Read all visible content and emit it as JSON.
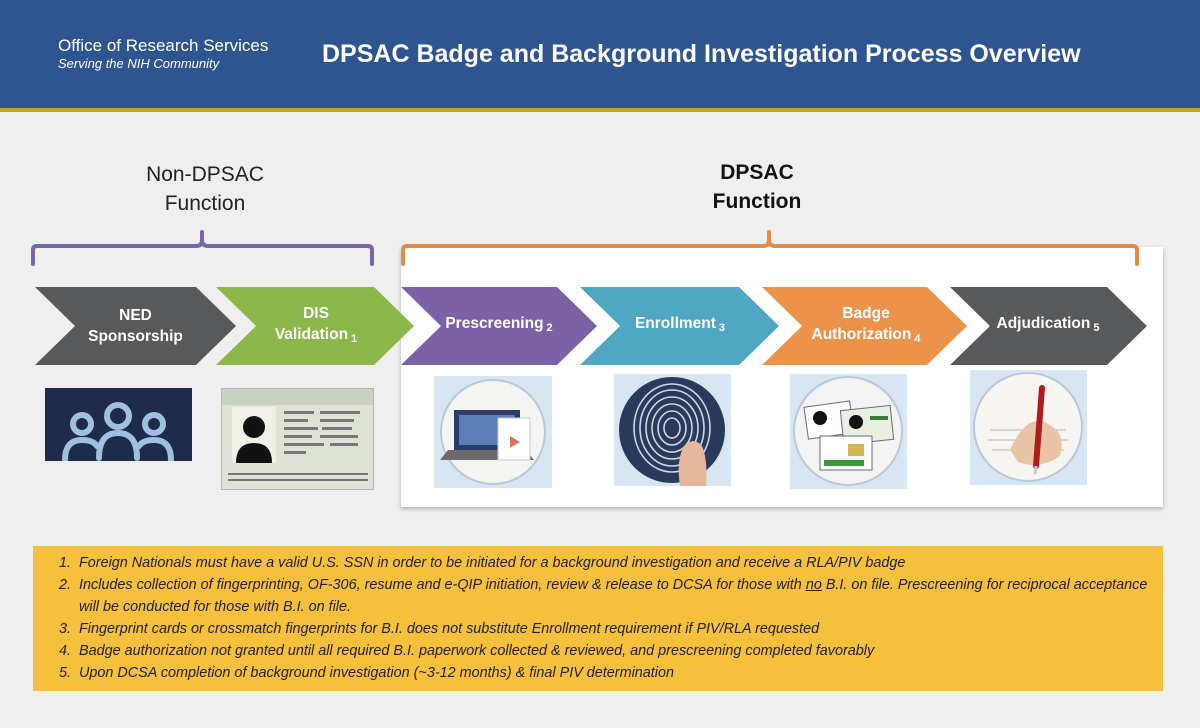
{
  "header": {
    "org_name": "Office of Research Services",
    "org_tagline": "Serving the NIH Community",
    "title": "DPSAC Badge and Background Investigation Process Overview"
  },
  "groups": {
    "non_dpsac": {
      "line1": "Non-DPSAC",
      "line2": "Function"
    },
    "dpsac": {
      "line1": "DPSAC",
      "line2": "Function"
    }
  },
  "colors": {
    "header_bg": "#2e5590",
    "non_dpsac_brace": "#7b65a8",
    "dpsac_brace": "#e08c45",
    "notes_bg": "#f6c03d"
  },
  "steps": [
    {
      "line1": "NED",
      "line2": "Sponsorship",
      "sub": "",
      "color": "#58595b",
      "icon": "people-group-icon"
    },
    {
      "line1": "DIS",
      "line2": "Validation",
      "sub": "1",
      "color": "#8cb84b",
      "icon": "visa-document-icon"
    },
    {
      "line1": "Prescreening",
      "line2": "",
      "sub": "2",
      "color": "#7b62a6",
      "icon": "laptop-icon"
    },
    {
      "line1": "Enrollment",
      "line2": "",
      "sub": "3",
      "color": "#4fa7c4",
      "icon": "fingerprint-icon"
    },
    {
      "line1": "Badge",
      "line2": "Authorization",
      "sub": "4",
      "color": "#ec934b",
      "icon": "id-badge-icon"
    },
    {
      "line1": "Adjudication",
      "line2": "",
      "sub": "5",
      "color": "#58595b",
      "icon": "signing-pen-icon"
    }
  ],
  "notes": [
    {
      "text": "Foreign Nationals must have a valid U.S. SSN in order to be initiated for a background investigation and receive a RLA/PIV badge"
    },
    {
      "pre": "Includes collection of fingerprinting, OF-306, resume and e-QIP initiation, review & release to DCSA for those with ",
      "emph": "no",
      "post": " B.I. on file. Prescreening for reciprocal acceptance will be conducted for those with B.I. on file."
    },
    {
      "text": "Fingerprint cards or crossmatch fingerprints for B.I. does not substitute Enrollment requirement if PIV/RLA requested"
    },
    {
      "text": "Badge authorization not granted until all required B.I. paperwork collected & reviewed, and prescreening completed favorably"
    },
    {
      "text": "Upon DCSA completion of background investigation (~3-12 months) & final PIV determination"
    }
  ]
}
